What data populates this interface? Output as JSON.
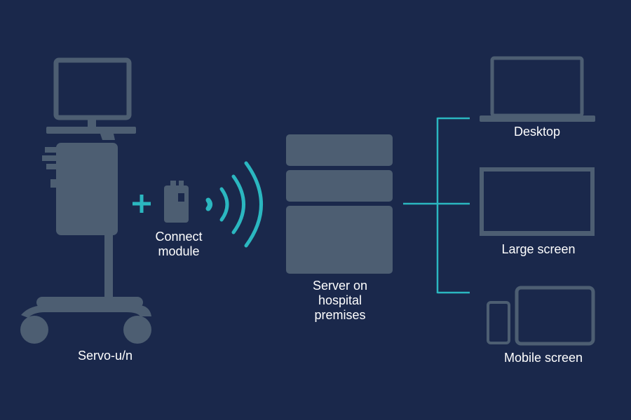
{
  "colors": {
    "background": "#1a284b",
    "device": "#4d5e72",
    "accent": "#2bb7c0",
    "text": "#ffffff"
  },
  "nodes": {
    "ventilator": {
      "label": "Servo-u/n",
      "icon": "ventilator-icon"
    },
    "connect_module": {
      "label_lines": [
        "Connect",
        "module"
      ],
      "icon": "battery-module-icon"
    },
    "wireless": {
      "icon": "wireless-signal-icon"
    },
    "server": {
      "label_lines": [
        "Server on",
        "hospital",
        "premises"
      ],
      "icon": "server-stack-icon"
    },
    "desktop": {
      "label": "Desktop",
      "icon": "laptop-icon"
    },
    "large_screen": {
      "label": "Large screen",
      "icon": "monitor-icon"
    },
    "mobile_screen": {
      "label": "Mobile screen",
      "icon": "phone-tablet-icon"
    }
  },
  "connectors": {
    "plus": {
      "icon": "plus-icon"
    },
    "bracket": {
      "icon": "distribution-bracket"
    }
  }
}
